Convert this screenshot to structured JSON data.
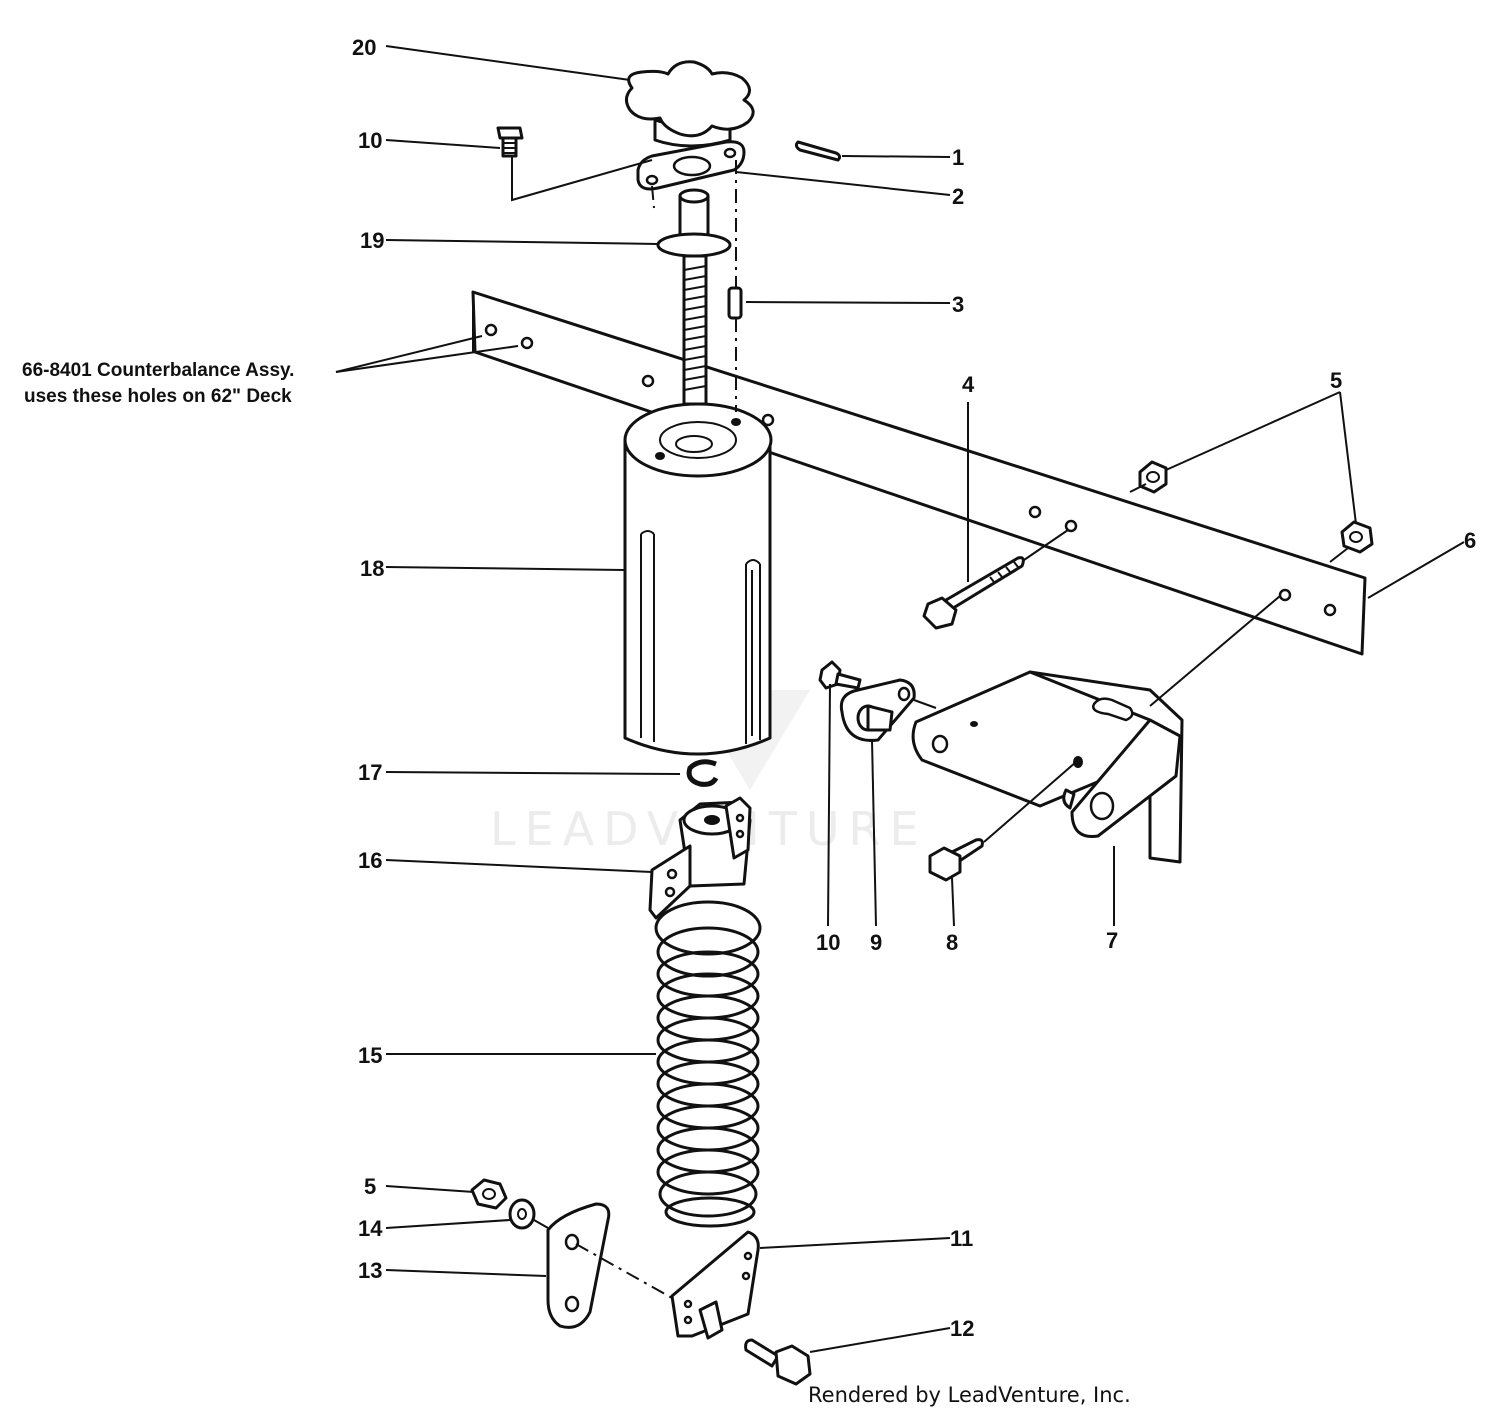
{
  "diagram": {
    "callouts": {
      "c20": "20",
      "c10a": "10",
      "c1": "1",
      "c2": "2",
      "c19": "19",
      "c3": "3",
      "c4": "4",
      "c5a": "5",
      "c6": "6",
      "c18": "18",
      "c17": "17",
      "c16": "16",
      "c10b": "10",
      "c9": "9",
      "c8": "8",
      "c7": "7",
      "c15": "15",
      "c5b": "5",
      "c14": "14",
      "c13": "13",
      "c11": "11",
      "c12": "12"
    },
    "note": {
      "line1": "66-8401 Counterbalance Assy.",
      "line2": "uses these holes on 62\" Deck"
    },
    "watermark": "LEADVENTURE",
    "credit": "Rendered by LeadVenture, Inc."
  }
}
